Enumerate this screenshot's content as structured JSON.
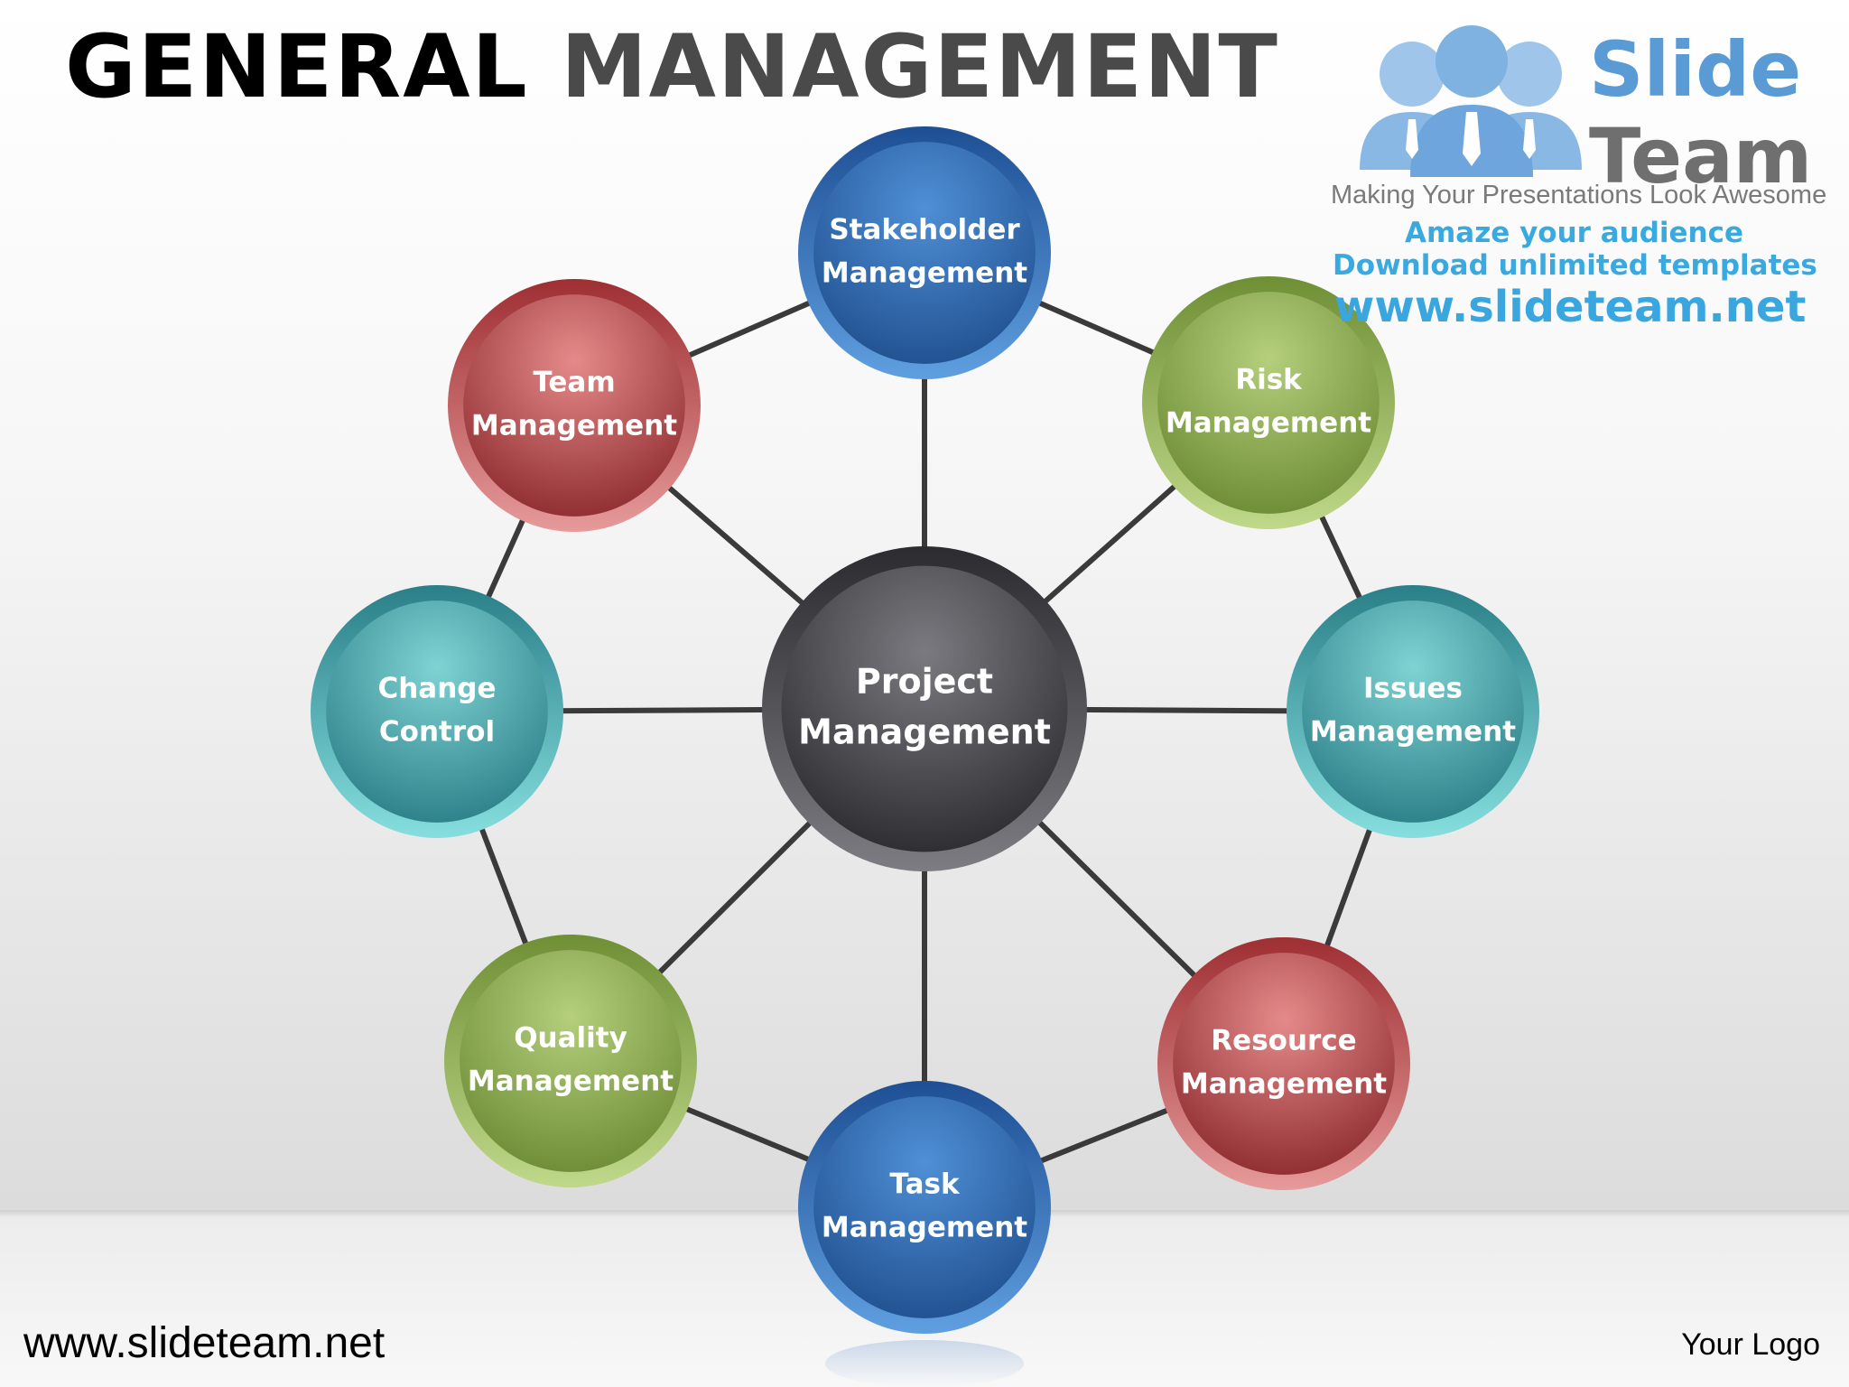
{
  "title": {
    "word1": "GENERAL",
    "word2": "MANAGEMENT"
  },
  "logo": {
    "line_slide": "Slide",
    "line_team": "Team",
    "tagline": "Making Your Presentations Look Awesome",
    "promo_1": "Amaze your audience",
    "promo_2": "Download unlimited templates",
    "url": "www.slideteam.net"
  },
  "footer": {
    "url": "www.slideteam.net",
    "logo_placeholder": "Your Logo"
  },
  "colors": {
    "blue": "#2f6bb5",
    "red": "#a8373a",
    "green": "#7fa043",
    "teal": "#31969f",
    "center": "#3e3e42",
    "connector": "#3a3a3a"
  },
  "diagram": {
    "center": {
      "line1": "Project",
      "line2": "Management",
      "color": "center"
    },
    "nodes": [
      {
        "id": "stakeholder",
        "line1": "Stakeholder",
        "line2": "Management",
        "color": "blue"
      },
      {
        "id": "risk",
        "line1": "Risk",
        "line2": "Management",
        "color": "green"
      },
      {
        "id": "issues",
        "line1": "Issues",
        "line2": "Management",
        "color": "teal"
      },
      {
        "id": "resource",
        "line1": "Resource",
        "line2": "Management",
        "color": "red"
      },
      {
        "id": "task",
        "line1": "Task",
        "line2": "Management",
        "color": "blue"
      },
      {
        "id": "quality",
        "line1": "Quality",
        "line2": "Management",
        "color": "green"
      },
      {
        "id": "change",
        "line1": "Change",
        "line2": "Control",
        "color": "teal"
      },
      {
        "id": "team",
        "line1": "Team",
        "line2": "Management",
        "color": "red"
      }
    ]
  }
}
